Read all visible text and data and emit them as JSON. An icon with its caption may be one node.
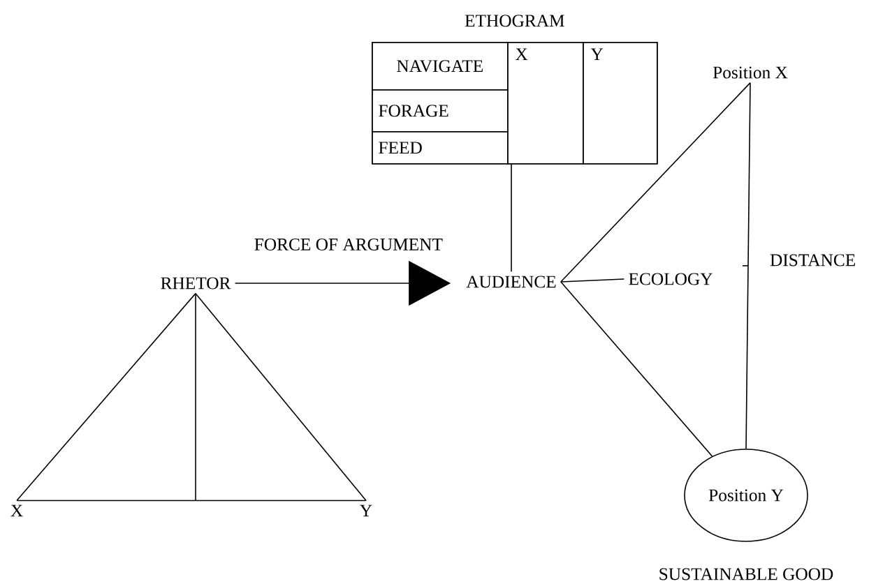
{
  "diagram": {
    "nodes": [
      {
        "text": [
          "ETHOGRAM"
        ]
      },
      {
        "text": [
          "NAVIGATE"
        ],
        "in": 0
      },
      {
        "text": [
          "FORAGE"
        ],
        "in": 0
      },
      {
        "text": [
          "FEED"
        ],
        "in": 0
      },
      {
        "text": [
          "X"
        ],
        "in": 0
      },
      {
        "text": [
          "Y"
        ],
        "in": 0
      },
      {
        "text": [
          "RHETOR"
        ]
      },
      {
        "text": [
          "AUDIENCE"
        ]
      },
      {
        "text": [
          "Position X"
        ]
      },
      {
        "text": [
          "Position Y"
        ],
        "beside": [
          "SUSTAINABLE GOOD"
        ]
      },
      {
        "text": [
          "X"
        ]
      },
      {
        "text": [
          "Y"
        ]
      },
      {
        "text": [
          "ECOLOGY"
        ]
      }
    ],
    "edges": [
      {
        "from": 6,
        "to": 7,
        "arrow": "to",
        "label": "FORCE OF ARGUMENT"
      },
      {
        "from": 0,
        "to": 7,
        "arrow": "none"
      },
      {
        "from": 6,
        "to": 10,
        "arrow": "none"
      },
      {
        "from": 6,
        "to": 11,
        "arrow": "none"
      },
      {
        "from": 10,
        "to": 11,
        "arrow": "none"
      },
      {
        "from": 6,
        "to": null,
        "arrow": "none"
      },
      {
        "from": 7,
        "to": 8,
        "arrow": "none"
      },
      {
        "from": 7,
        "to": 9,
        "arrow": "none"
      },
      {
        "from": 8,
        "to": 9,
        "arrow": "none",
        "label": "DISTANCE"
      },
      {
        "from": 7,
        "to": 12,
        "arrow": "none"
      }
    ]
  }
}
